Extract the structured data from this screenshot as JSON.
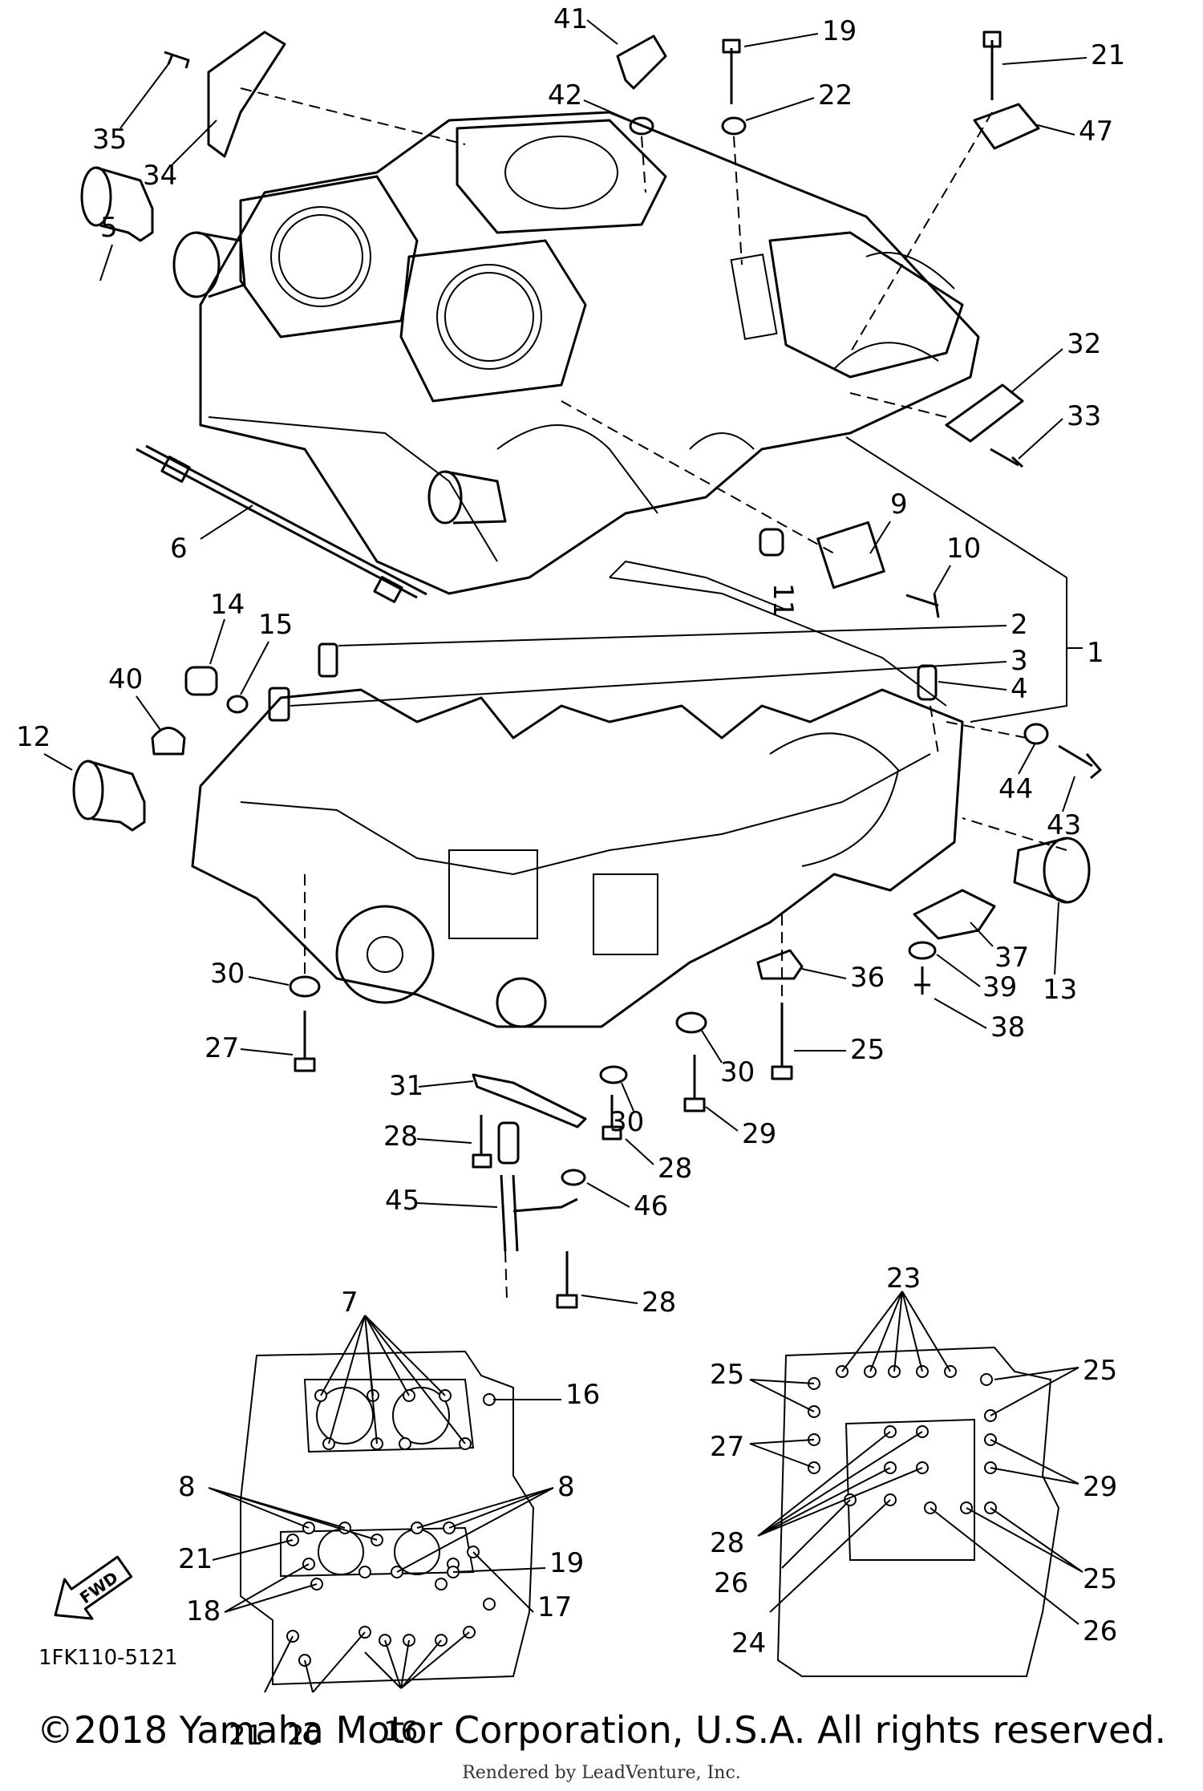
{
  "callouts": {
    "c1": "1",
    "c2": "2",
    "c3": "3",
    "c4": "4",
    "c5": "5",
    "c6": "6",
    "c9": "9",
    "c10": "10",
    "c11": "11",
    "c12": "12",
    "c13": "13",
    "c14": "14",
    "c15": "15",
    "c19": "19",
    "c21": "21",
    "c22": "22",
    "c25": "25",
    "c27": "27",
    "c28a": "28",
    "c28b": "28",
    "c28c": "28",
    "c29": "29",
    "c30a": "30",
    "c30b": "30",
    "c30c": "30",
    "c31": "31",
    "c32": "32",
    "c33": "33",
    "c34": "34",
    "c35": "35",
    "c36": "36",
    "c37": "37",
    "c38": "38",
    "c39": "39",
    "c40": "40",
    "c41": "41",
    "c42": "42",
    "c43": "43",
    "c44": "44",
    "c45": "45",
    "c46": "46",
    "c47": "47"
  },
  "upper_inset": {
    "l7": "7",
    "l16a": "16",
    "l8a": "8",
    "l8b": "8",
    "l21a": "21",
    "l19": "19",
    "l18": "18",
    "l17": "17",
    "l21b": "21",
    "l20": "20",
    "l16b": "16"
  },
  "lower_inset": {
    "l23": "23",
    "l25a": "25",
    "l25b": "25",
    "l27": "27",
    "l29": "29",
    "l28": "28",
    "l26a": "26",
    "l25c": "25",
    "l24": "24",
    "l26b": "26"
  },
  "fwd_label": "FWD",
  "diagram_code": "1FK110-5121",
  "copyright": "©2018 Yamaha Motor Corporation, U.S.A. All rights reserved.",
  "rendered_by": "Rendered by LeadVenture, Inc."
}
